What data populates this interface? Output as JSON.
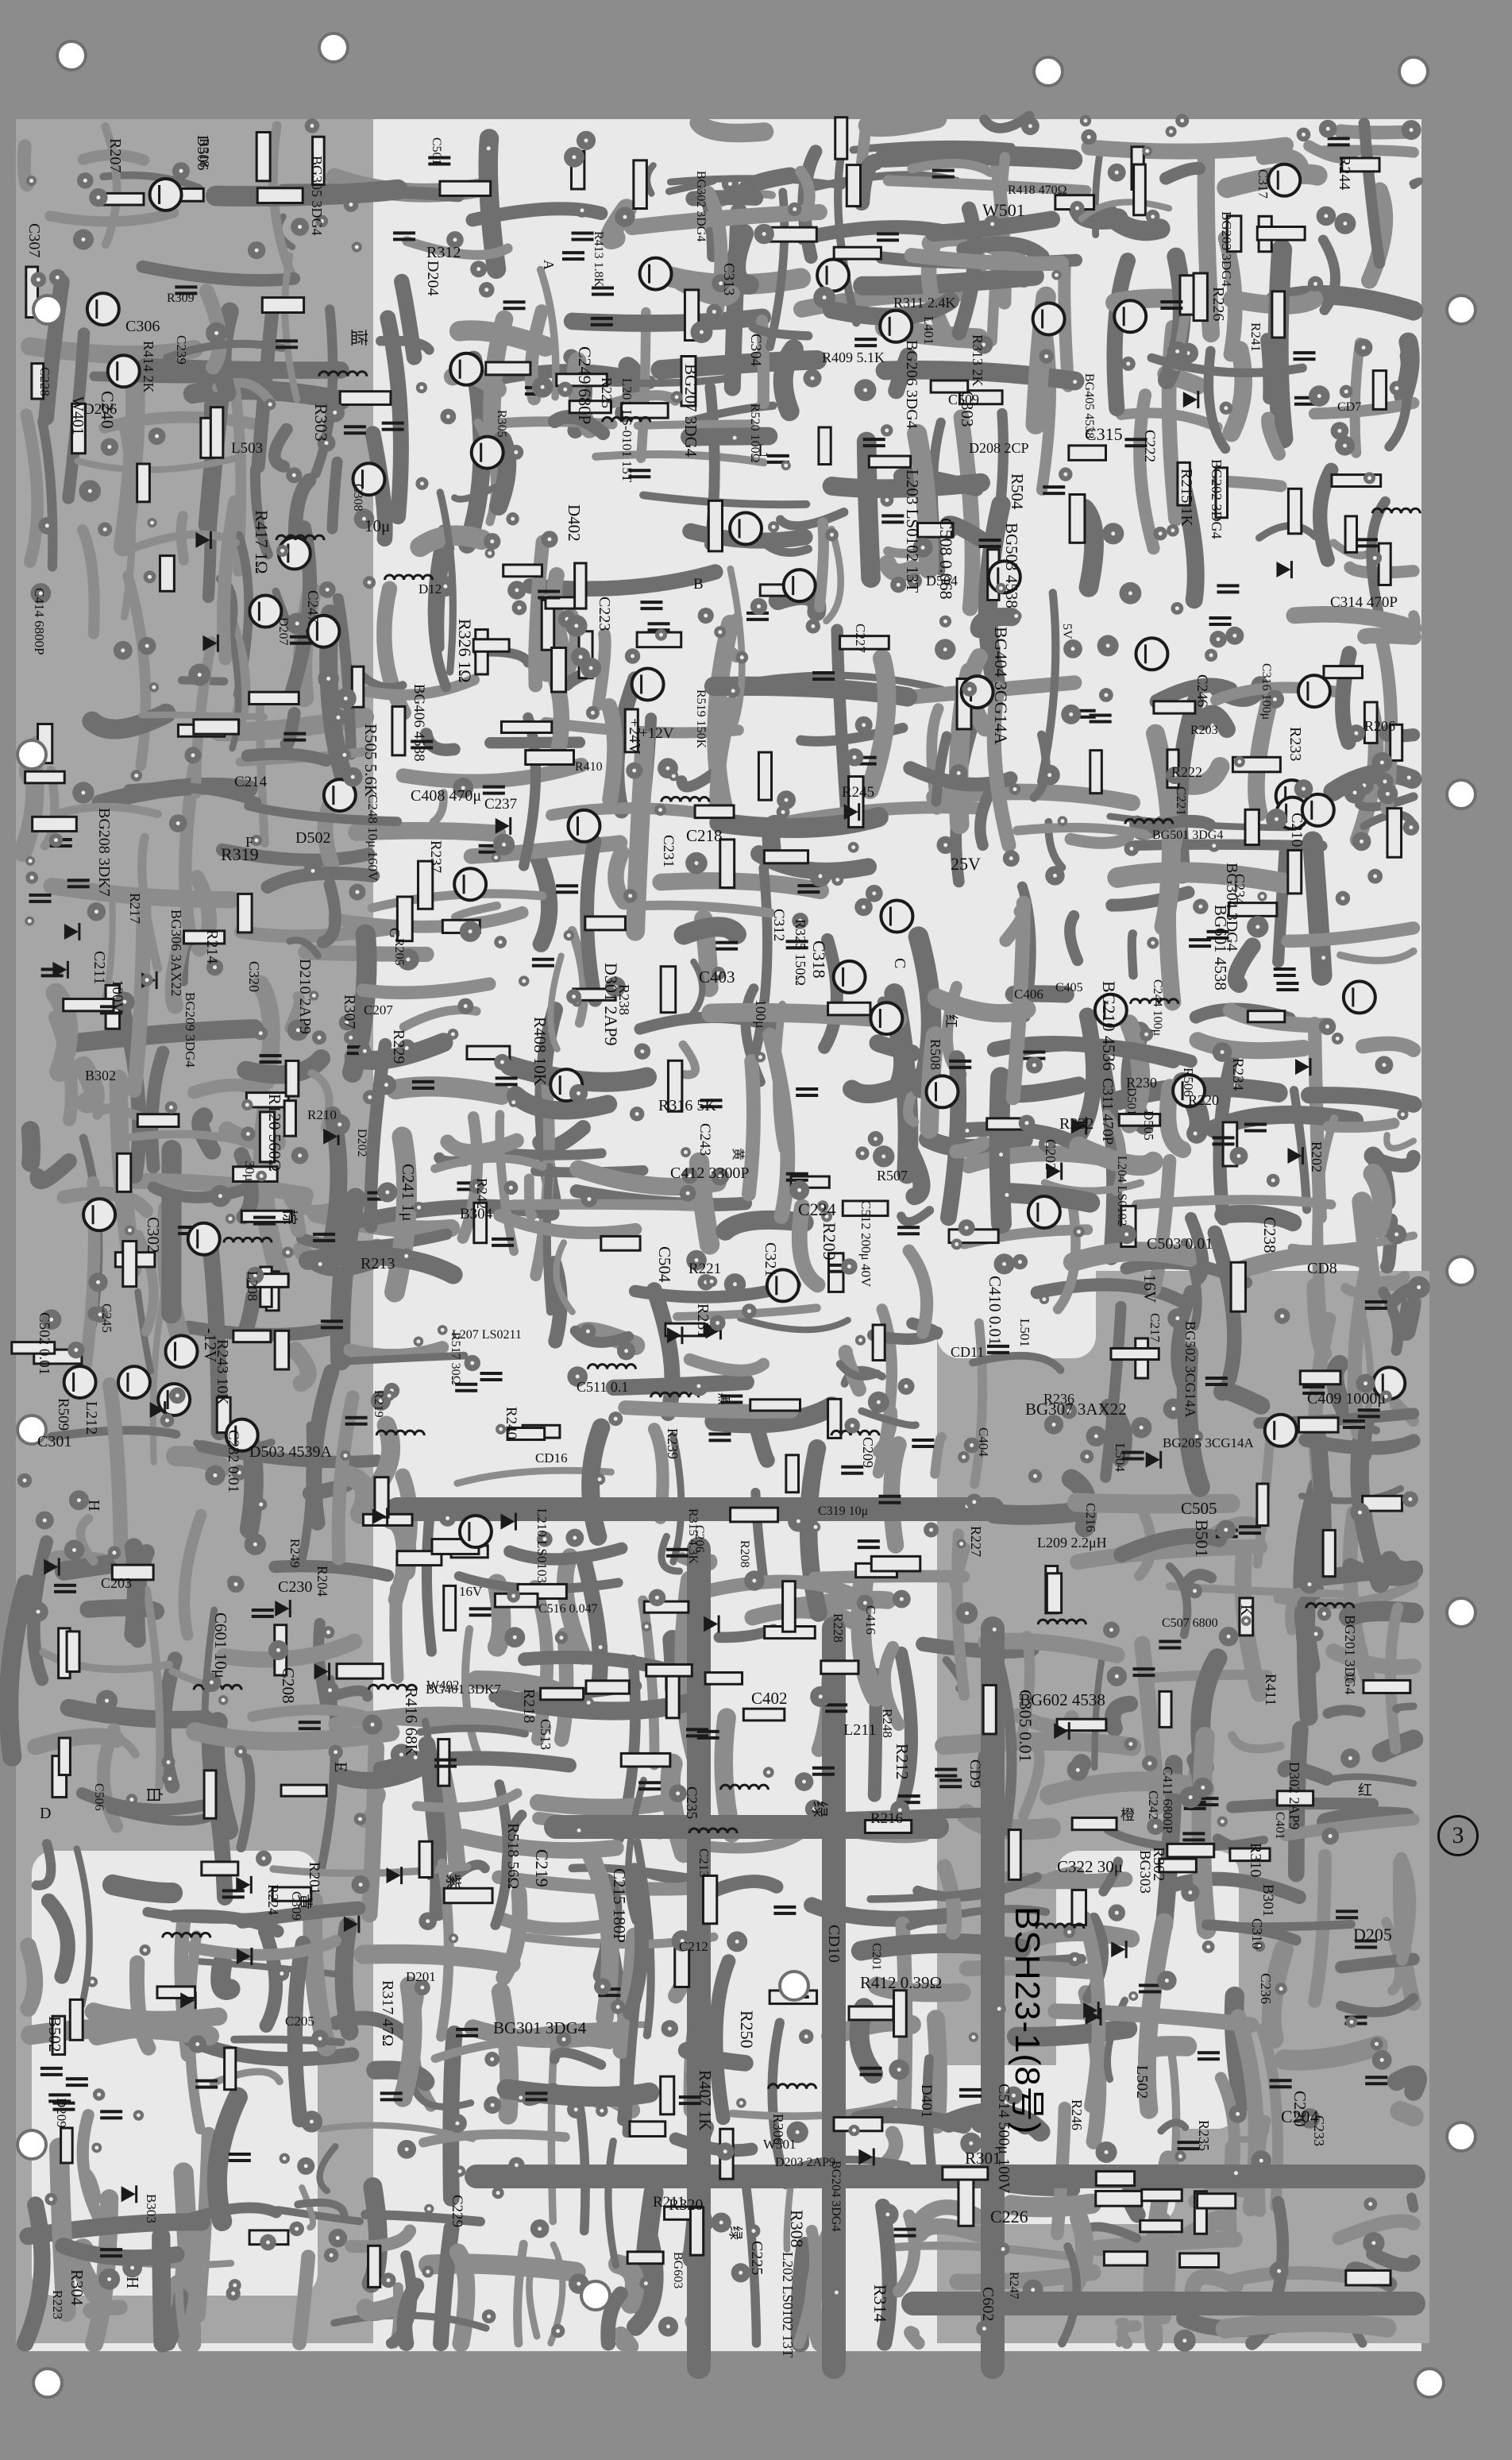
{
  "board": {
    "model": "BSH23-1(8号)",
    "page_number": "3"
  },
  "labels": [
    "C319 10μ",
    "16V",
    "C322 30μ",
    "BG307 3AX22",
    "R416 68K",
    "C412 3300P",
    "C411 6800P",
    "BG405 4538",
    "BG406 4538",
    "C414 6800P",
    "R418 470Ω",
    "C410 0.01",
    "BG404 3CG14A",
    "R417 1Ω",
    "R120 560Ω",
    "BG304 3DG4",
    "BG305 3DG4",
    "BG306 3AX22",
    "R325 150Ω",
    "R326 1Ω",
    "R414 2K",
    "R413 1.8K",
    "R408 10K",
    "W402",
    "C402",
    "C409 1000μ",
    "C406",
    "C405",
    "CD16",
    "R412 0.39Ω",
    "R409 5.1K",
    "R410",
    "R411",
    "C408 470μ",
    "C401",
    "C403",
    "C404",
    "R407 1K",
    "BG401 3DK7",
    "W401",
    "L401",
    "D401",
    "D402",
    "C416",
    "BG501 3DG4",
    "BG502 3CG14A",
    "BG503 4538",
    "R504",
    "R518 56Ω",
    "R505 5.6K",
    "R506",
    "R507",
    "R508",
    "R509",
    "C501",
    "C502 0.01",
    "C503 0.01",
    "C504",
    "C505",
    "C506",
    "C507 6800",
    "C508 0.068",
    "C509",
    "C511 0.1",
    "C512 200μ 40V",
    "C513",
    "C514 500μ 100V",
    "C516 0.047",
    "D501",
    "D502",
    "D503 4539A",
    "D504",
    "D505",
    "D506",
    "W501",
    "L501",
    "L502",
    "L503",
    "L504",
    "B501",
    "B502",
    "R517 30Ω",
    "R519 150K",
    "R520 100Ω",
    "BG601 4538",
    "BG602 4538",
    "BG603",
    "C601 10μ",
    "C602",
    "BG201 3DG4",
    "BG202 3DG4",
    "BG203 3DG4",
    "BG204 3DG4",
    "BG205 3CG14A",
    "BG206 3DG4",
    "BG207 3DG4",
    "BG208 3DK7",
    "BG209 3DG4",
    "BG210 4536",
    "L201 LS-0101 15T",
    "L202 LS0102 13T",
    "L203 LS0102 13T",
    "L204 LS0102",
    "L207 LS0211",
    "L208",
    "L209 2.2μH",
    "L210 LS0103",
    "L211",
    "L212",
    "C201",
    "C202",
    "C203",
    "C204",
    "C205",
    "C206",
    "C207",
    "C208",
    "C209",
    "C210",
    "C211",
    "C212",
    "C213",
    "C214",
    "C215 180P",
    "C216",
    "C217",
    "C218",
    "C219",
    "C220",
    "C221",
    "C222",
    "C223",
    "C224",
    "C225",
    "C226",
    "C227",
    "C228",
    "C229",
    "C230",
    "C231",
    "C232 0.01",
    "C233",
    "C234",
    "C235",
    "C236",
    "C237",
    "C238",
    "C239",
    "C240",
    "C241 1μ",
    "C242",
    "C243",
    "C244 100μ",
    "C245",
    "C246",
    "C247",
    "C248 10μ 160V",
    "C249 680P",
    "R201",
    "R202",
    "R203",
    "R204",
    "R205",
    "R206",
    "R207",
    "R208",
    "R209",
    "R210",
    "R211",
    "R212",
    "R213",
    "R214",
    "R215 1K",
    "R216",
    "R217",
    "R218",
    "R219",
    "R220",
    "R221",
    "R222",
    "R223",
    "R224",
    "R225",
    "R226",
    "R227",
    "R228",
    "R229",
    "R230",
    "R231",
    "R232",
    "R233",
    "R234",
    "R235",
    "R236",
    "R237",
    "R238",
    "R239",
    "R240",
    "R241",
    "R242",
    "R243 10K",
    "R244",
    "R245",
    "R246",
    "R247",
    "R248",
    "R249",
    "R250",
    "D201",
    "D202",
    "D203 2AP9",
    "D204",
    "D205",
    "D206",
    "D207",
    "D208 2CP",
    "D209",
    "D210 2AP9",
    "BG301 3DG4",
    "BG302 3DG4",
    "BG303",
    "B301",
    "B302",
    "B303",
    "B304",
    "C301",
    "C302",
    "C303",
    "C304",
    "C305 0.01",
    "C306",
    "C307",
    "C308",
    "C309",
    "C310",
    "C311 470P",
    "C312",
    "C313",
    "C314 470P",
    "C315",
    "C316 100μ",
    "C317",
    "C318",
    "C320",
    "C321",
    "R301",
    "R302",
    "R303",
    "R304",
    "R305",
    "R306",
    "R307",
    "R308",
    "R309",
    "R310",
    "R311 2.4K",
    "R312",
    "R313 2K",
    "R314",
    "R315 4.3K",
    "R316 5K",
    "R317 47Ω",
    "R318",
    "R319",
    "R320",
    "D301 2AP9",
    "D302 2AP9",
    "W301",
    "D12",
    "CD7",
    "CD8",
    "CD9",
    "CD10",
    "CD11",
    "红",
    "黄",
    "蓝",
    "绿",
    "白",
    "黑",
    "橙",
    "棕",
    "紫",
    "红",
    "黄",
    "绿",
    "A",
    "B",
    "C",
    "D",
    "E",
    "F",
    "G",
    "H",
    "H",
    "K",
    "K",
    "L",
    "+12V",
    "-12V",
    "+24V",
    "5V",
    "30μ",
    "25V",
    "100μ",
    "16V",
    "10μ",
    "100V"
  ],
  "palette": {
    "background": "#e9e9e9",
    "copper": "#8c8c8c",
    "copper_dark": "#6f6f6f",
    "copper_light": "#a6a6a6",
    "text": "#111111",
    "component": "#1a1a1a"
  }
}
